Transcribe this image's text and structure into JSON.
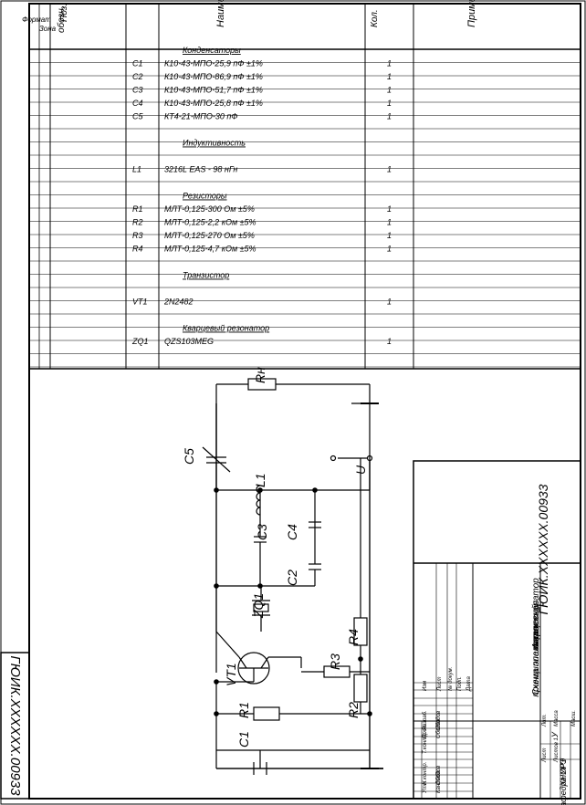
{
  "header": {
    "format_code": "ГЮИК.ХХХХХХ.00933",
    "col_format": "Формат",
    "col_zone": "Зона",
    "col_pos": "Поз.",
    "col_desig": "обозн.",
    "col_name": "Наименование",
    "col_qty": "Кол.",
    "col_note": "Примечание"
  },
  "spec": {
    "rows": [
      {
        "desig": "",
        "name": "Конденсаторы",
        "qty": "",
        "heading": true
      },
      {
        "desig": "C1",
        "name": "К10-43-МПО-25,9 пФ ±1%",
        "qty": "1"
      },
      {
        "desig": "C2",
        "name": "К10-43-МПО-86,9 пФ ±1%",
        "qty": "1"
      },
      {
        "desig": "C3",
        "name": "К10-43-МПО-51,7 пФ ±1%",
        "qty": "1"
      },
      {
        "desig": "C4",
        "name": "К10-43-МПО-25,8 пФ ±1%",
        "qty": "1"
      },
      {
        "desig": "C5",
        "name": "КТ4-21-МПО-30 пФ",
        "qty": "1"
      },
      {
        "desig": "",
        "name": "",
        "qty": ""
      },
      {
        "desig": "",
        "name": "Индуктивность",
        "qty": "",
        "heading": true
      },
      {
        "desig": "",
        "name": "",
        "qty": ""
      },
      {
        "desig": "L1",
        "name": "3216L EAS - 98 нГн",
        "qty": "1"
      },
      {
        "desig": "",
        "name": "",
        "qty": ""
      },
      {
        "desig": "",
        "name": "Резисторы",
        "qty": "",
        "heading": true
      },
      {
        "desig": "R1",
        "name": "МЛТ-0,125-300 Ом ±5%",
        "qty": "1"
      },
      {
        "desig": "R2",
        "name": "МЛТ-0,125-2,2 кОм ±5%",
        "qty": "1"
      },
      {
        "desig": "R3",
        "name": "МЛТ-0,125-270 Ом ±5%",
        "qty": "1"
      },
      {
        "desig": "R4",
        "name": "МЛТ-0,125-4,7 кОм ±5%",
        "qty": "1"
      },
      {
        "desig": "",
        "name": "",
        "qty": ""
      },
      {
        "desig": "",
        "name": "Транзистор",
        "qty": "",
        "heading": true
      },
      {
        "desig": "",
        "name": "",
        "qty": ""
      },
      {
        "desig": "VT1",
        "name": "2N2482",
        "qty": "1"
      },
      {
        "desig": "",
        "name": "",
        "qty": ""
      },
      {
        "desig": "",
        "name": "Кварцевый резонатор",
        "qty": "",
        "heading": true
      },
      {
        "desig": "ZQ1",
        "name": "QZS103MEG",
        "qty": "1"
      },
      {
        "desig": "",
        "name": "",
        "qty": ""
      }
    ]
  },
  "title_block": {
    "doc_code": "ГЮИК.ХХХХХХ.00933",
    "title_line1": "Автогенератор",
    "title_line2": "кварцевый",
    "title_line3": "Схема электрическая",
    "title_line4": "принципиальная",
    "org_line1": "ХНУРЭ",
    "org_line2": "Кафедра ОРТ",
    "lit_label": "Лит.",
    "mass_label": "Масса",
    "scale_label": "Масш.",
    "lit_value": "У",
    "sheet_label": "Лист",
    "sheets_label": "Листов 1",
    "rev_labels": [
      "Изм",
      "Лист",
      "№ докум.",
      "Подп.",
      "Дата"
    ],
    "roles": [
      "Разраб.",
      "Пров.",
      "Т.контр.",
      "Н.контр.",
      "Утв."
    ],
    "names": [
      "Ободов",
      "Ободов",
      "",
      "Ободов",
      "Кандыба"
    ]
  },
  "stamp": {
    "code": "ГЮИК.ХХХХХХ.00933"
  },
  "schematic": {
    "labels": {
      "C1": "C1",
      "C2": "C2",
      "C3": "C3",
      "C4": "C4",
      "C5": "C5",
      "R1": "R1",
      "R2": "R2",
      "R3": "R3",
      "R4": "R4",
      "L1": "L1",
      "ZQ1": "ZQ1",
      "VT1": "VT1",
      "Rn": "Rн",
      "U": "U"
    }
  }
}
